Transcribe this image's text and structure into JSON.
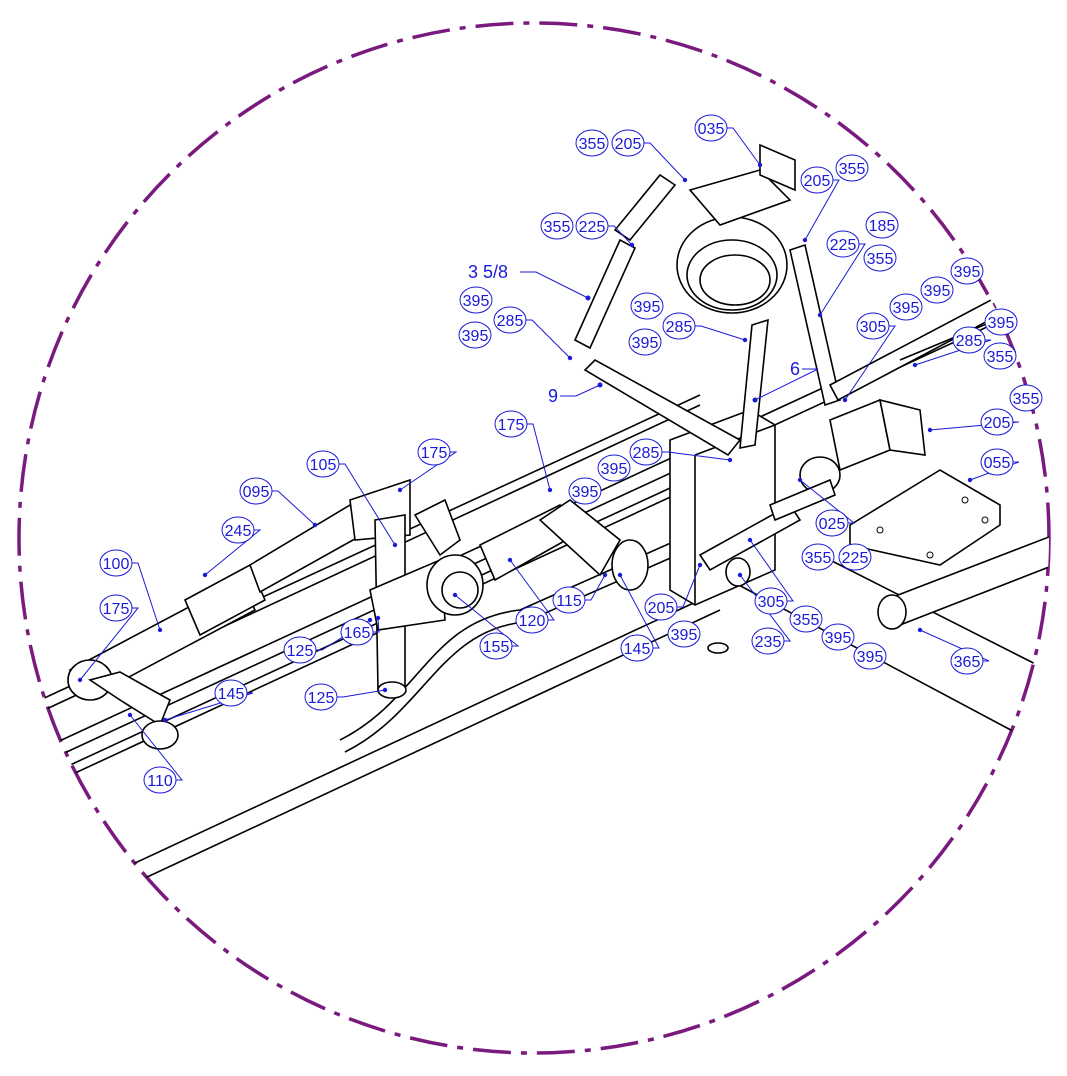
{
  "border_color": "#7a1a7e",
  "callout_color": "#1a1ad8",
  "callouts": [
    {
      "id": "c035",
      "text": "035"
    },
    {
      "id": "c355a",
      "text": "355"
    },
    {
      "id": "c205a",
      "text": "205"
    },
    {
      "id": "c205b",
      "text": "205"
    },
    {
      "id": "c355b",
      "text": "355"
    },
    {
      "id": "c355c",
      "text": "355"
    },
    {
      "id": "c225a",
      "text": "225"
    },
    {
      "id": "c225b",
      "text": "225"
    },
    {
      "id": "c185",
      "text": "185"
    },
    {
      "id": "c355d",
      "text": "355"
    },
    {
      "id": "c395a",
      "text": "395"
    },
    {
      "id": "c395b",
      "text": "395"
    },
    {
      "id": "c395c",
      "text": "395"
    },
    {
      "id": "c285a",
      "text": "285"
    },
    {
      "id": "c395d",
      "text": "395"
    },
    {
      "id": "c395e",
      "text": "395"
    },
    {
      "id": "c285b",
      "text": "285"
    },
    {
      "id": "c395f",
      "text": "395"
    },
    {
      "id": "c395g",
      "text": "395"
    },
    {
      "id": "c395h",
      "text": "395"
    },
    {
      "id": "c305a",
      "text": "305"
    },
    {
      "id": "c395i",
      "text": "395"
    },
    {
      "id": "c285c",
      "text": "285"
    },
    {
      "id": "c355e",
      "text": "355"
    },
    {
      "id": "c355f",
      "text": "355"
    },
    {
      "id": "c205c",
      "text": "205"
    },
    {
      "id": "c175a",
      "text": "175"
    },
    {
      "id": "c285d",
      "text": "285"
    },
    {
      "id": "c395j",
      "text": "395"
    },
    {
      "id": "c395k",
      "text": "395"
    },
    {
      "id": "c055",
      "text": "055"
    },
    {
      "id": "c105",
      "text": "105"
    },
    {
      "id": "c175b",
      "text": "175"
    },
    {
      "id": "c095",
      "text": "095"
    },
    {
      "id": "c025",
      "text": "025"
    },
    {
      "id": "c245",
      "text": "245"
    },
    {
      "id": "c355g",
      "text": "355"
    },
    {
      "id": "c225c",
      "text": "225"
    },
    {
      "id": "c100",
      "text": "100"
    },
    {
      "id": "c175c",
      "text": "175"
    },
    {
      "id": "c115",
      "text": "115"
    },
    {
      "id": "c205d",
      "text": "205"
    },
    {
      "id": "c305b",
      "text": "305"
    },
    {
      "id": "c120",
      "text": "120"
    },
    {
      "id": "c165",
      "text": "165"
    },
    {
      "id": "c395l",
      "text": "395"
    },
    {
      "id": "c355h",
      "text": "355"
    },
    {
      "id": "c395m",
      "text": "395"
    },
    {
      "id": "c125a",
      "text": "125"
    },
    {
      "id": "c155",
      "text": "155"
    },
    {
      "id": "c145a",
      "text": "145"
    },
    {
      "id": "c235",
      "text": "235"
    },
    {
      "id": "c395n",
      "text": "395"
    },
    {
      "id": "c365",
      "text": "365"
    },
    {
      "id": "c125b",
      "text": "125"
    },
    {
      "id": "c145b",
      "text": "145"
    },
    {
      "id": "c110",
      "text": "110"
    }
  ],
  "dimensions": [
    {
      "id": "d358",
      "text": "3 5/8"
    },
    {
      "id": "d6",
      "text": "6"
    },
    {
      "id": "d9",
      "text": "9"
    }
  ]
}
